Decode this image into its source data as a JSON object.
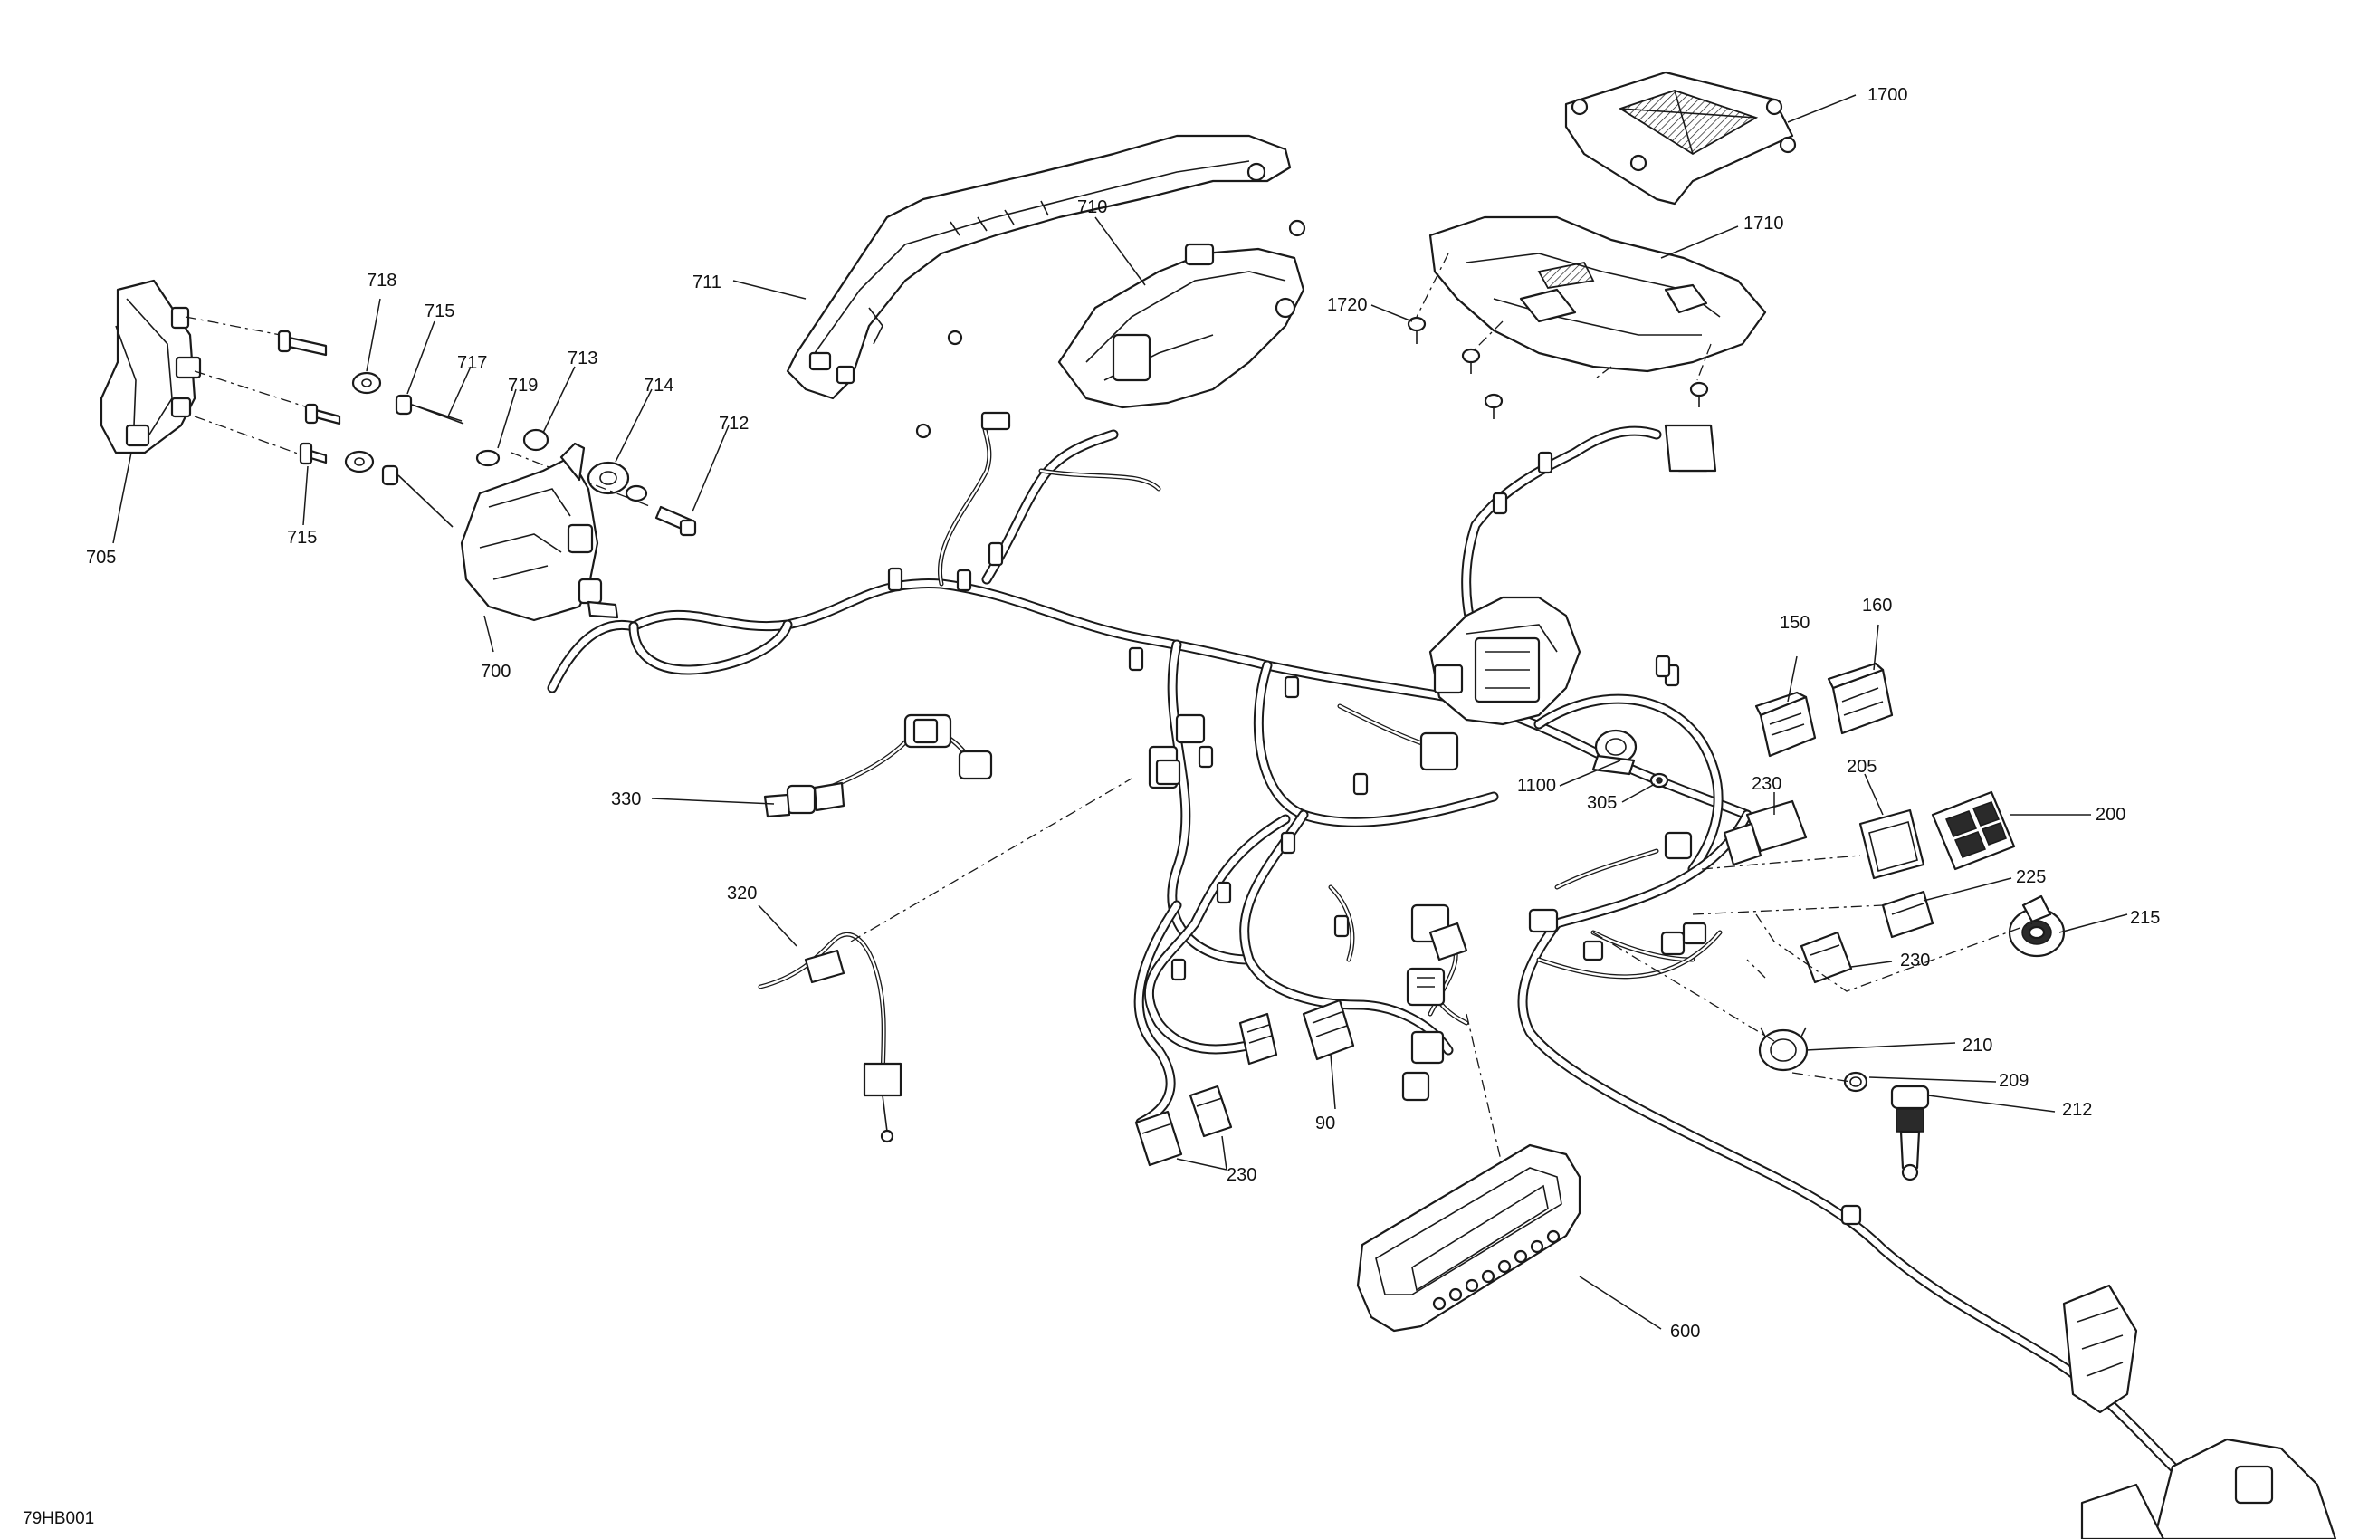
{
  "drawing_code": "79HB001",
  "callouts": {
    "c705": "705",
    "c718": "718",
    "c715a": "715",
    "c717": "717",
    "c719": "719",
    "c713": "713",
    "c714": "714",
    "c712": "712",
    "c715b": "715",
    "c700": "700",
    "c711": "711",
    "c710": "710",
    "c1700": "1700",
    "c1710": "1710",
    "c1720": "1720",
    "c150": "150",
    "c160": "160",
    "c1100": "1100",
    "c305": "305",
    "c230a": "230",
    "c205": "205",
    "c200": "200",
    "c225": "225",
    "c215": "215",
    "c230b": "230",
    "c210": "210",
    "c209": "209",
    "c212": "212",
    "c330": "330",
    "c320": "320",
    "c90": "90",
    "c230c": "230",
    "c600": "600"
  }
}
